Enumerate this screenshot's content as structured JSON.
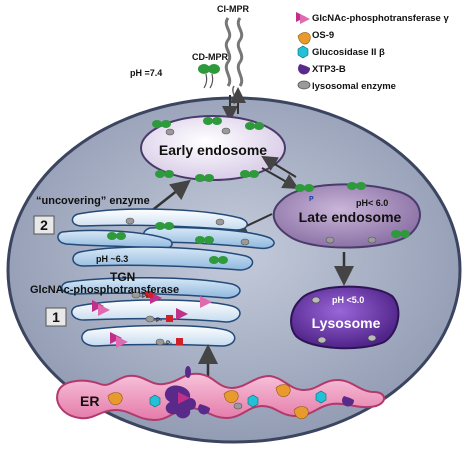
{
  "receptors": {
    "ci_mpr": "CI-MPR",
    "cd_mpr": "CD-MPR"
  },
  "ph": {
    "extracellular": "pH =7.4",
    "tgn": "pH ~6.3",
    "late_endosome": "pH< 6.0",
    "lysosome": "pH <5.0"
  },
  "compartments": {
    "early_endosome": "Early endosome",
    "late_endosome": "Late endosome",
    "lysosome": "Lysosome",
    "tgn": "TGN",
    "er": "ER"
  },
  "enzymes": {
    "uncovering": "“uncovering” enzyme",
    "phosphotransferase": "GlcNAc-phosphotransferase"
  },
  "steps": {
    "step1": "1",
    "step2": "2"
  },
  "phosphate_mark": "P",
  "linked_phosphate_mark": "-P-",
  "legend": [
    {
      "icon": "glcnac-phosphotransferase-gamma-icon",
      "label": "GlcNAc-phosphotransferase γ",
      "color": "#c0308a"
    },
    {
      "icon": "os9-icon",
      "label": "OS-9",
      "color": "#e89a2c"
    },
    {
      "icon": "glucosidase-ii-beta-icon",
      "label": "Glucosidase II β",
      "color": "#22c1d6"
    },
    {
      "icon": "xtp3b-icon",
      "label": "XTP3-B",
      "color": "#5a2a8a"
    },
    {
      "icon": "lysosomal-enzyme-icon",
      "label": "lysosomal enzyme",
      "color": "#9a9a9a"
    }
  ],
  "colors": {
    "cell": "#a9b3c8",
    "early_endosome": "#efe9f6",
    "late_endosome": "#a58fb8",
    "lysosome": "#6a3aa8",
    "golgi": "#a9cbe8",
    "er": "#ef9ac0",
    "receptor": "#2e9a3c"
  }
}
